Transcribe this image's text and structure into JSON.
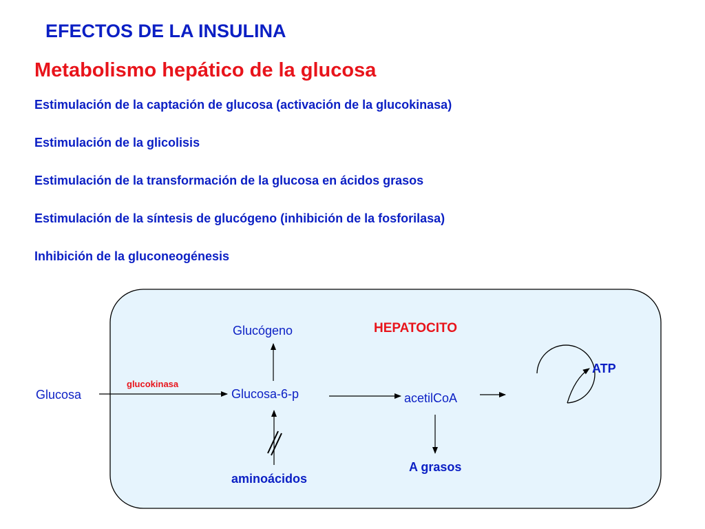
{
  "header": {
    "title": "EFECTOS DE LA INSULINA",
    "subtitle": "Metabolismo hepático de la glucosa"
  },
  "effects": [
    "Estimulación de la captación de glucosa (activación de la glucokinasa)",
    "Estimulación de la glicolisis",
    "Estimulación de la transformación de la glucosa en ácidos grasos",
    "Estimulación de la síntesis de glucógeno (inhibición de la fosforilasa)",
    "Inhibición de la gluconeogénesis"
  ],
  "diagram": {
    "cell_label": "HEPATOCITO",
    "glucosa": "Glucosa",
    "enzyme": "glucokinasa",
    "glucosa_6p": "Glucosa-6-p",
    "glucogeno": "Glucógeno",
    "aminoacidos": "aminoácidos",
    "acetilcoa": "acetilCoA",
    "a_grasos": "A grasos",
    "atp": "ATP",
    "colors": {
      "text": "#0b1fc4",
      "accent": "#e8141b",
      "cell_fill": "#e6f4fd"
    }
  }
}
